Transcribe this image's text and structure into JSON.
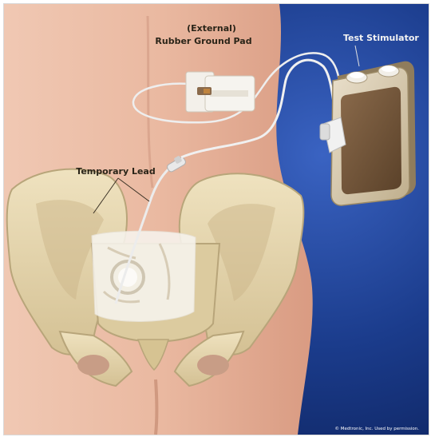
{
  "labels": {
    "external": "(External)",
    "ground_pad": "Rubber Ground Pad",
    "test_stimulator": "Test Stimulator",
    "temporary_lead": "Temporary Lead"
  },
  "credit": "© Medtronic, Inc. Used by permission.",
  "colors": {
    "background_blue": "#1b3c8c",
    "skin": "#e8b9a2",
    "bone": "#e5d6b0",
    "device_body": "#7a5a3e"
  }
}
